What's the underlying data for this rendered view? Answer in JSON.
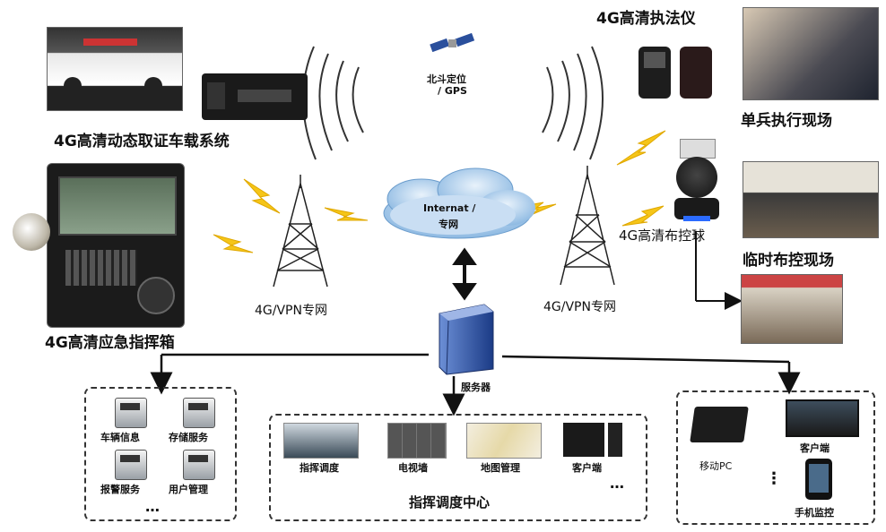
{
  "top": {
    "satellite_label_1": "北斗定位",
    "satellite_label_2": "/ GPS",
    "cloud_label_1": "Internat /",
    "cloud_label_2": "专网"
  },
  "left": {
    "vehicle_system_label": "4G高清动态取证车载系统",
    "emergency_box_label": "4G高清应急指挥箱",
    "network_left_label": "4G/VPN专网"
  },
  "right": {
    "law_device_label": "4G高清执法仪",
    "single_scene_label": "单兵执行现场",
    "dome_camera_label": "4G高清布控球",
    "temp_scene_label": "临时布控现场",
    "network_right_label": "4G/VPN专网"
  },
  "server": {
    "label": "服务器"
  },
  "left_panel": {
    "items": [
      "车辆信息",
      "存储服务",
      "报警服务",
      "用户管理"
    ],
    "more": "…"
  },
  "center_panel": {
    "items": [
      "指挥调度",
      "电视墙",
      "地图管理",
      "客户端"
    ],
    "more": "…",
    "title": "指挥调度中心"
  },
  "right_panel": {
    "mobile_pc": "移动PC",
    "client": "客户端",
    "phone_monitor": "手机监控",
    "more": "⋮"
  },
  "colors": {
    "accent": "#f5c518",
    "cloud": "#a9cbe9",
    "server": "#2a55a5",
    "line": "#222222"
  }
}
